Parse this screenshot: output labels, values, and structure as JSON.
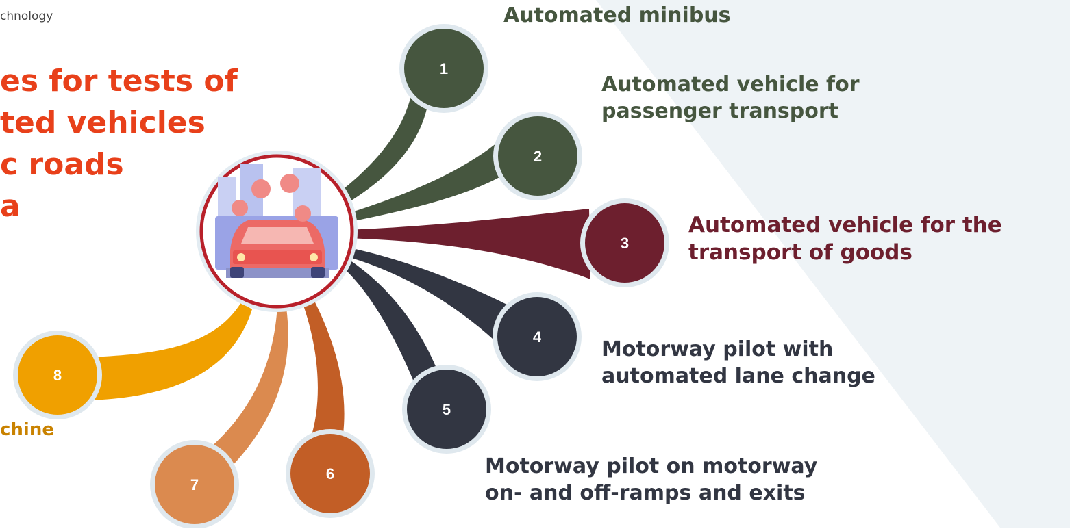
{
  "brand_text": "chnology",
  "title_lines": [
    "es for tests of",
    "ted vehicles",
    "c roads",
    "a"
  ],
  "hub_icon": "connected-car-icon",
  "items": [
    {
      "number": "1",
      "label_lines": [
        "Automated minibus"
      ],
      "color": "#46563f",
      "label_color": "#46563f"
    },
    {
      "number": "2",
      "label_lines": [
        "Automated vehicle for",
        "passenger transport"
      ],
      "color": "#46563f",
      "label_color": "#46563f"
    },
    {
      "number": "3",
      "label_lines": [
        "Automated vehicle for the",
        "transport of goods"
      ],
      "color": "#6d1f2e",
      "label_color": "#6d1f2e"
    },
    {
      "number": "4",
      "label_lines": [
        "Motorway pilot with",
        "automated lane change"
      ],
      "color": "#323642",
      "label_color": "#323642"
    },
    {
      "number": "5",
      "label_lines": [],
      "color": "#323642",
      "label_color": "#323642"
    },
    {
      "number": "6",
      "label_lines": [],
      "color": "#c25e26",
      "label_color": "#c25e26"
    },
    {
      "number": "7",
      "label_lines": [],
      "color": "#db8a4f",
      "label_color": "#db8a4f"
    },
    {
      "number": "8",
      "label_lines": [
        "chine"
      ],
      "color": "#f0a000",
      "label_color": "#c98200"
    }
  ],
  "extra_label_lines": [
    "Motorway pilot on motorway",
    "on- and off-ramps and exits"
  ],
  "extra_label_color": "#323642",
  "background_panel_color": "#eef3f6"
}
